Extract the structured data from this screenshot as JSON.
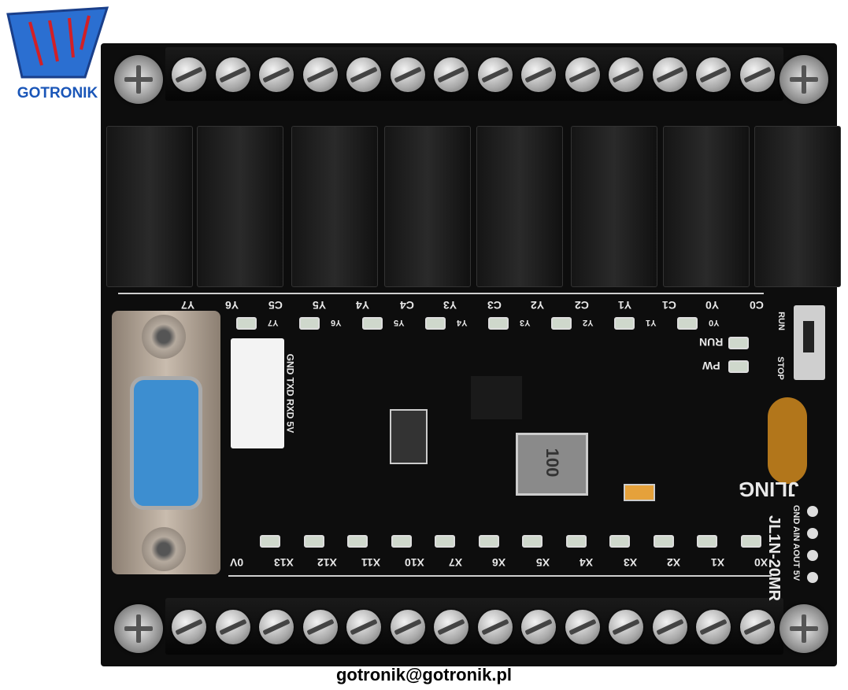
{
  "logo": {
    "text": "GOTRONIK",
    "colors": {
      "blue": "#1a56b8",
      "red": "#d21f26"
    }
  },
  "footer": {
    "email": "gotronik@gotronik.pl"
  },
  "board": {
    "model": "JL1N-20MR",
    "brand": "JLING",
    "output_labels": [
      "Y7",
      "Y6",
      "C5",
      "Y5",
      "Y4",
      "C4",
      "Y3",
      "C3",
      "Y2",
      "C2",
      "Y1",
      "C1",
      "Y0",
      "C0"
    ],
    "output_led_labels": [
      "Y7",
      "Y6",
      "Y5",
      "Y4",
      "Y3",
      "Y2",
      "Y1",
      "Y0"
    ],
    "input_labels": [
      "0V",
      "X13",
      "X12",
      "X11",
      "X10",
      "X7",
      "X6",
      "X5",
      "X4",
      "X3",
      "X2",
      "X1",
      "X0"
    ],
    "serial_header": "GND TXD RXD 5V",
    "analog_header": "GND AIN AOUT 5V",
    "switch": {
      "run": "RUN",
      "stop": "STOP"
    },
    "status_leds": [
      "RUN",
      "PW"
    ],
    "inductor": "100",
    "relay_count": 8
  }
}
